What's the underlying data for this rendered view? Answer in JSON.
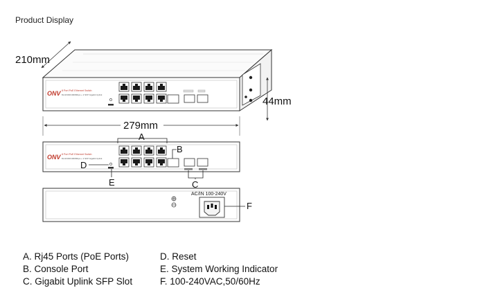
{
  "page": {
    "title": "Product Display"
  },
  "dimensions": {
    "depth": "210mm",
    "height": "44mm",
    "width": "279mm"
  },
  "device": {
    "brand": "ONV",
    "model_line1": "8 Port PoE Ethernet Switch",
    "model_line2": "8x10/100/1000Mbps + 2 SFP Gigabit Uplink"
  },
  "rear_panel": {
    "power_label": "AC/IN 100-240V"
  },
  "callouts": {
    "a": "A",
    "b": "B",
    "c": "C",
    "d": "D",
    "e": "E",
    "f": "F"
  },
  "legend_left": [
    "A. Rj45  Ports (PoE Ports)",
    "B. Console Port",
    "C. Gigabit  Uplink SFP Slot"
  ],
  "legend_right": [
    "D. Reset",
    "E. System Working Indicator",
    "F. 100-240VAC,50/60Hz"
  ]
}
